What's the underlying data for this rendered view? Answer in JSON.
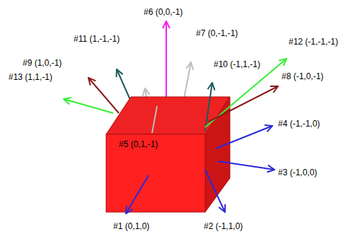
{
  "diagram": {
    "labels": [
      "#6 (0,0,-1)",
      "#11 (1,-1,-1)",
      "#7 (0,-1,-1)",
      "#12 (-1,-1,-1)",
      "#9 (1,0,-1)",
      "#10 (-1,1,-1)",
      "#8 (-1,0,-1)",
      "#13 (1,1,-1)",
      "#4 (-1,-1,0)",
      "#5 (0,1,-1)",
      "#3 (-1,0,0)",
      "#1 (0,1,0)",
      "#2 (-1,1,0)"
    ]
  }
}
